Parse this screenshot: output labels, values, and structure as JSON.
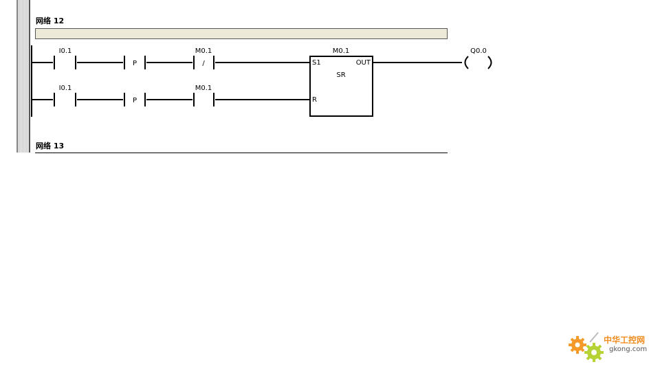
{
  "network12": {
    "title": "网络 12",
    "rung1": {
      "contact1": "I0.1",
      "edge1": "P",
      "contact2": "M0.1",
      "contact2_symbol": "/"
    },
    "rung2": {
      "contact1": "I0.1",
      "edge1": "P",
      "contact2": "M0.1"
    },
    "block": {
      "address": "M0.1",
      "type": "SR",
      "pin_set": "S1",
      "pin_reset": "R",
      "pin_out": "OUT"
    },
    "coil": {
      "address": "Q0.0"
    }
  },
  "network13": {
    "title": "网络 13"
  },
  "watermark": {
    "cn": "中华工控网",
    "en": "gkong.com",
    "color": "#f08c1e"
  }
}
